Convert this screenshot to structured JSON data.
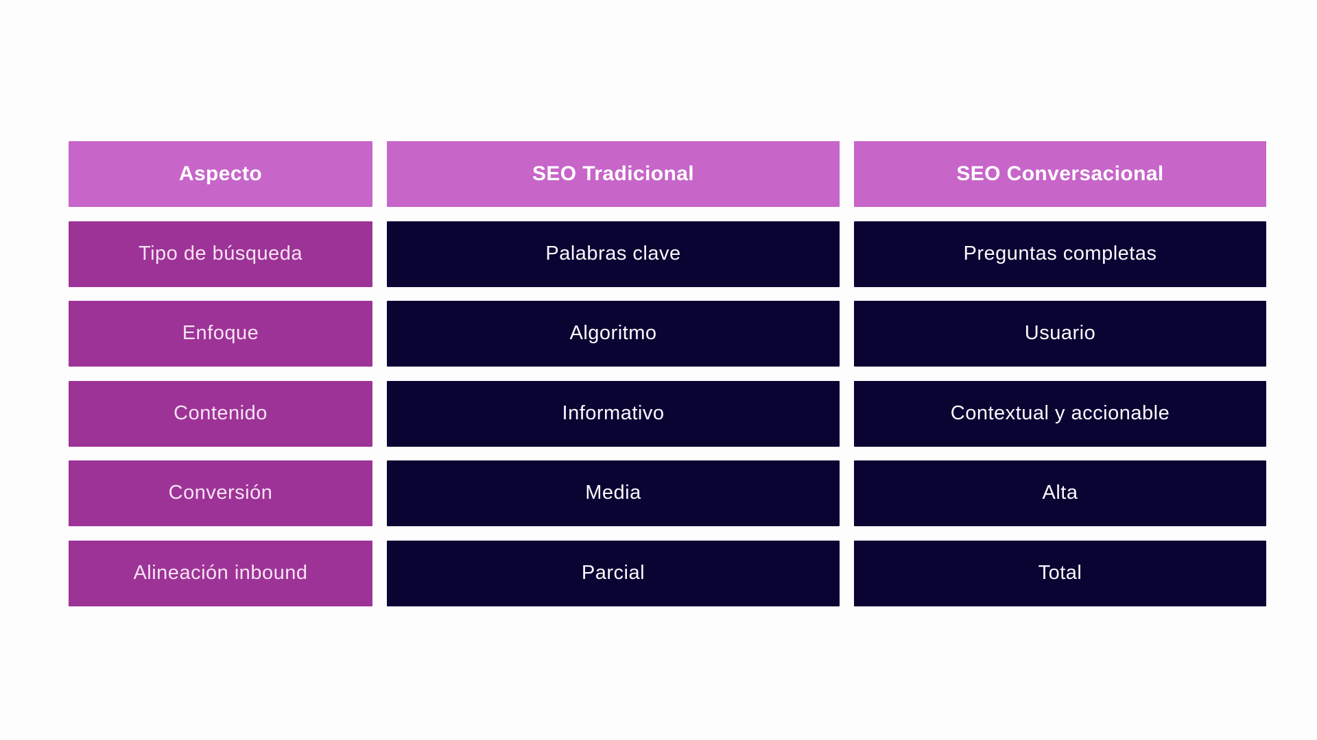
{
  "page": {
    "background": "#fdfdfd"
  },
  "table": {
    "title_semantic": "Comparación SEO Tradicional vs SEO Conversacional",
    "headers": [
      "Aspecto",
      "SEO Tradicional",
      "SEO Conversacional"
    ],
    "rows": [
      {
        "aspect": "Tipo de búsqueda",
        "traditional": "Palabras clave",
        "conversational": "Preguntas completas"
      },
      {
        "aspect": "Enfoque",
        "traditional": "Algoritmo",
        "conversational": "Usuario"
      },
      {
        "aspect": "Contenido",
        "traditional": "Informativo",
        "conversational": "Contextual y accionable"
      },
      {
        "aspect": "Conversión",
        "traditional": "Media",
        "conversational": "Alta"
      },
      {
        "aspect": "Alineación inbound",
        "traditional": "Parcial",
        "conversational": "Total"
      }
    ],
    "colors": {
      "page_bg": "#fdfdfd",
      "header_bg": "#c765c9",
      "header_text": "#ffffff",
      "aspect_bg": "#9d3397",
      "aspect_text": "#f7e3f3",
      "value_bg": "#0a0433",
      "value_text": "#fbf9fc"
    }
  }
}
